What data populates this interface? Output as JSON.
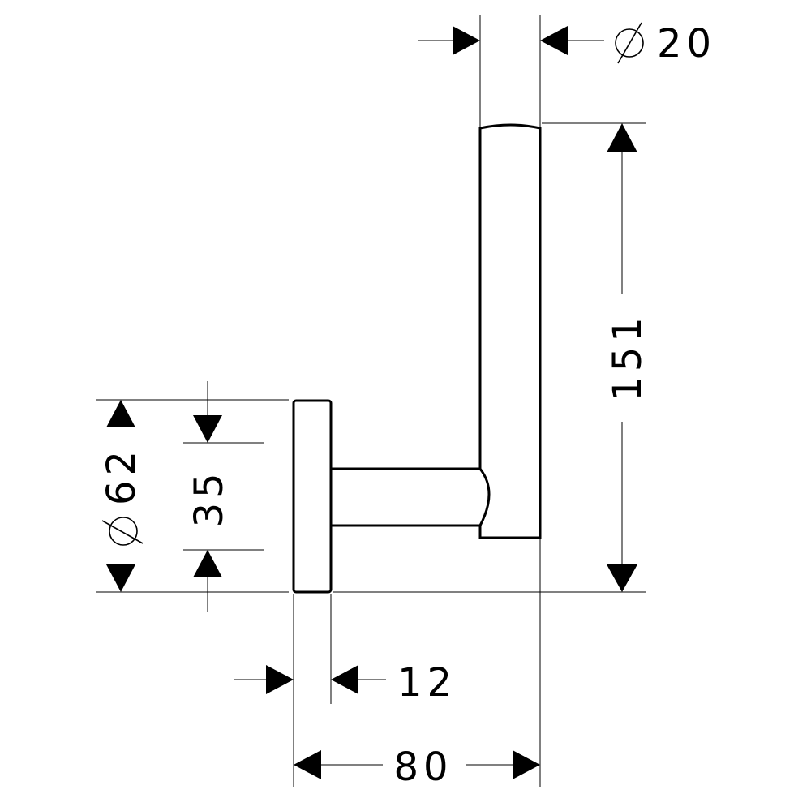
{
  "dimensions": {
    "rod_diameter": {
      "symbol": "⌀",
      "value": "20"
    },
    "height": {
      "value": "151"
    },
    "rosette_diameter": {
      "symbol": "⌀",
      "value": "62"
    },
    "arm_offset": {
      "value": "35"
    },
    "rosette_depth": {
      "value": "12"
    },
    "projection": {
      "value": "80"
    }
  }
}
